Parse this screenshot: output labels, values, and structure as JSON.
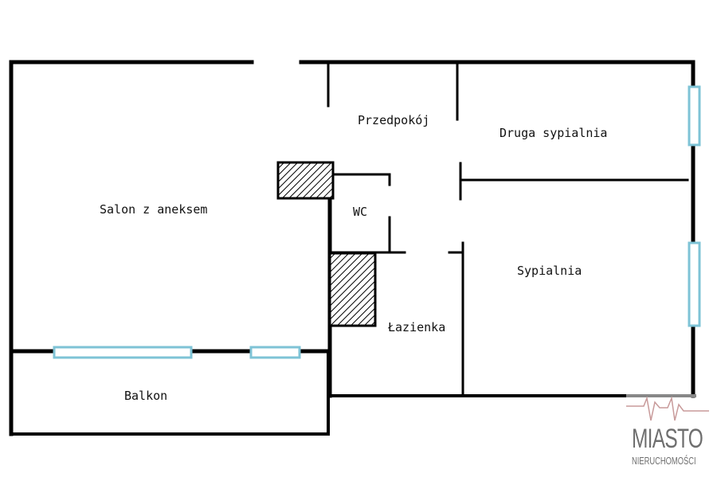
{
  "rooms": {
    "salon": "Salon z aneksem",
    "przedpokoj": "Przedpokój",
    "druga_sypialnia": "Druga sypialnia",
    "wc": "WC",
    "sypialnia": "Sypialnia",
    "lazienka": "Łazienka",
    "balkon": "Balkon"
  },
  "logo": {
    "line1": "MIASTO",
    "line2": "NIERUCHOMOŚCI"
  },
  "colors": {
    "wall": "#000000",
    "window": "#7ec3d6",
    "logo_text": "#6f6f6f",
    "logo_line": "#c89a9a"
  }
}
